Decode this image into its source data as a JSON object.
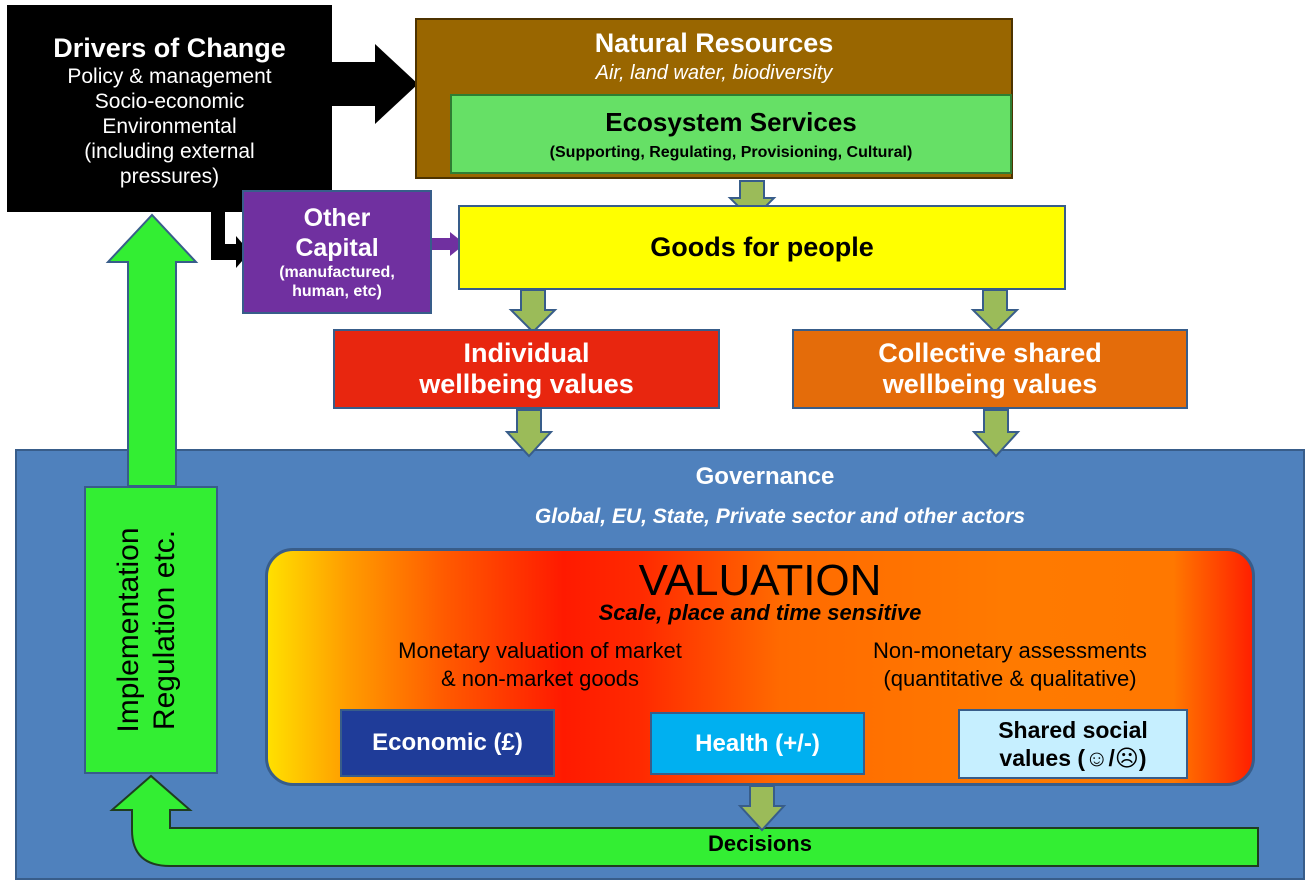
{
  "drivers": {
    "title": "Drivers of Change",
    "line1": "Policy & management",
    "line2": "Socio-economic",
    "line3": "Environmental",
    "line4": "(including external",
    "line5": "pressures)"
  },
  "natural_resources": {
    "title": "Natural Resources",
    "subtitle": "Air, land water, biodiversity"
  },
  "ecosystem_services": {
    "title": "Ecosystem Services",
    "subtitle": "(Supporting, Regulating, Provisioning, Cultural)"
  },
  "other_capital": {
    "line1": "Other",
    "line2": "Capital",
    "line3": "(manufactured,",
    "line4": "human, etc)"
  },
  "goods": {
    "label": "Goods for people"
  },
  "individual": {
    "line1": "Individual",
    "line2": "wellbeing values"
  },
  "collective": {
    "line1": "Collective shared",
    "line2": "wellbeing values"
  },
  "governance": {
    "title": "Governance",
    "subtitle": "Global, EU, State, Private sector and other actors"
  },
  "valuation": {
    "title": "VALUATION",
    "subtitle": "Scale, place and time sensitive",
    "monetary_line1": "Monetary valuation of market",
    "monetary_line2": "& non-market goods",
    "nonmonetary_line1": "Non-monetary assessments",
    "nonmonetary_line2": "(quantitative & qualitative)",
    "economic": "Economic (£)",
    "health": "Health (+/-)",
    "social_line1": "Shared social",
    "social_line2": "values (☺/☹)"
  },
  "implementation": {
    "line1": "Implementation",
    "line2": "Regulation etc."
  },
  "decisions": {
    "label": "Decisions"
  },
  "colors": {
    "governance": "#4f81bd",
    "natural_resources": "#996600",
    "ecosystem_services": "#66e066",
    "other_capital": "#7030a0",
    "goods": "#ffff00",
    "individual": "#e8260f",
    "collective": "#e46c0a",
    "economic": "#1f3c99",
    "health": "#00b0f0",
    "social": "#c6efff",
    "feedback_arrow": "#33ee33",
    "down_arrow": "#9bbb59"
  }
}
